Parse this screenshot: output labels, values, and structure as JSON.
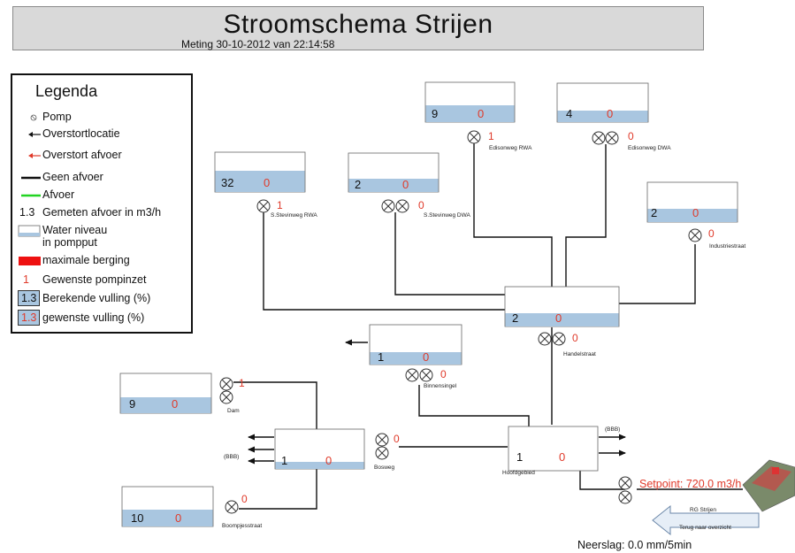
{
  "header": {
    "title": "Stroomschema Strijen",
    "subtitle": "Meting 30-10-2012 van 22:14:58"
  },
  "legend": {
    "title": "Legenda",
    "items": [
      {
        "label": "Pomp"
      },
      {
        "label": "Overstortlocatie"
      },
      {
        "label": "Overstort afvoer"
      },
      {
        "label": "Geen afvoer"
      },
      {
        "label": "Afvoer"
      },
      {
        "symbol": "1.3",
        "label": "Gemeten afvoer  in m3/h"
      },
      {
        "label": "Water niveau\nin pompput"
      },
      {
        "label": "maximale berging"
      },
      {
        "symbol": "1",
        "label": "Gewenste pompinzet"
      },
      {
        "symbol": "1.3",
        "label": "Berekende vulling (%)"
      },
      {
        "symbol": "1.3",
        "label": "gewenste vulling (%)"
      }
    ]
  },
  "stations": {
    "edisonweg_rwa": {
      "name": "Edisonweg RWA",
      "value": "9",
      "setting": "0",
      "pump": "1"
    },
    "edisonweg_dwa": {
      "name": "Edisonweg DWA",
      "value": "4",
      "setting": "0",
      "pump": "0"
    },
    "stevinweg_rwa": {
      "name": "S.Stevinweg RWA",
      "value": "32",
      "setting": "0",
      "pump": "1"
    },
    "stevinweg_dwa": {
      "name": "S.Stevinweg DWA",
      "value": "2",
      "setting": "0",
      "pump": "0"
    },
    "industriestraat": {
      "name": "Industriestraat",
      "value": "2",
      "setting": "0",
      "pump": "0"
    },
    "handelstraat": {
      "name": "Handelstraat",
      "value": "2",
      "setting": "0",
      "pump": "0"
    },
    "binnensingel": {
      "name": "Binnensingel",
      "value": "1",
      "setting": "0",
      "pump": "0"
    },
    "dam": {
      "name": "Dam",
      "value": "9",
      "setting": "0",
      "pump": "1"
    },
    "bosweg": {
      "name": "Bosweg",
      "value": "1",
      "setting": "0",
      "pump": "0"
    },
    "boompjesstraat": {
      "name": "Boompjesstraat",
      "value": "10",
      "setting": "0",
      "pump": "0"
    },
    "hoofdgebied": {
      "name": "Hoofdgebied",
      "value": "1",
      "setting": "0"
    }
  },
  "bbb_label": "(BBB)",
  "setpoint": "Setpoint: 720.0 m3/h",
  "back_button": {
    "line1": "RG Strijen",
    "line2": "Terug naar overzicht"
  },
  "rainfall": "Neerslag: 0.0 mm/5min",
  "colors": {
    "water": "#a9c6e0",
    "red": "#e03a2a",
    "line": "#111111",
    "header_bg": "#d9d9d9"
  }
}
